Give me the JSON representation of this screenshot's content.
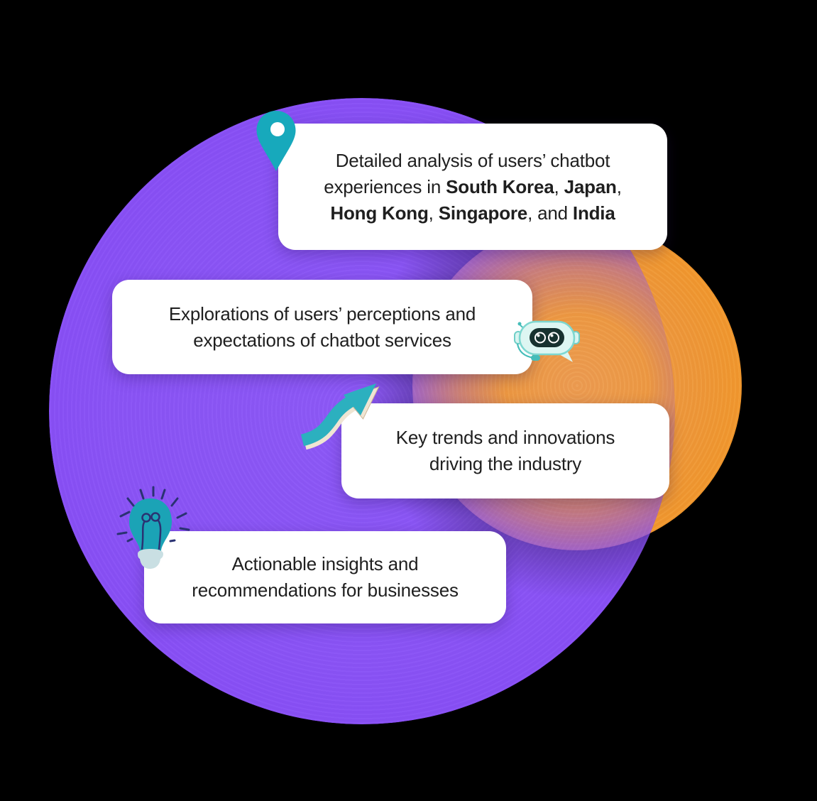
{
  "title": "Chatbot report highlights infographic",
  "colors": {
    "background": "#000000",
    "purple_circle": "#8a53f6",
    "purple_rim_blue": "#4634d8",
    "purple_rim_magenta": "#c928dd",
    "orange_circle": "#f0971f",
    "orange_rim_yellow": "#ffd84e",
    "teal_accent": "#17a9bc",
    "robot_mint": "#ddf6f2",
    "robot_screen_navy": "#17312f",
    "navy_detail": "#2a3272",
    "bulb_base_gray": "#c9dfe3",
    "card_background": "#ffffff",
    "card_text": "#1f1f1f"
  },
  "cards": [
    {
      "id": "detailed-analysis",
      "icon": "location-pin-icon",
      "lines": [
        [
          {
            "t": "Detailed analysis of users’ chatbot"
          }
        ],
        [
          {
            "t": "experiences in "
          },
          {
            "t": "South Korea",
            "b": true
          },
          {
            "t": ", "
          },
          {
            "t": "Japan",
            "b": true
          },
          {
            "t": ","
          }
        ],
        [
          {
            "t": "Hong Kong",
            "b": true
          },
          {
            "t": ", "
          },
          {
            "t": "Singapore",
            "b": true
          },
          {
            "t": ", and "
          },
          {
            "t": "India",
            "b": true
          }
        ]
      ]
    },
    {
      "id": "perceptions-expectations",
      "icon": "chatbot-robot-icon",
      "lines": [
        [
          {
            "t": "Explorations of users’ perceptions and"
          }
        ],
        [
          {
            "t": "expectations of chatbot services"
          }
        ]
      ]
    },
    {
      "id": "trends-innovations",
      "icon": "growth-arrow-icon",
      "lines": [
        [
          {
            "t": "Key trends and innovations"
          }
        ],
        [
          {
            "t": "driving the industry"
          }
        ]
      ]
    },
    {
      "id": "actionable-insights",
      "icon": "lightbulb-icon",
      "lines": [
        [
          {
            "t": "Actionable insights and"
          }
        ],
        [
          {
            "t": "recommendations for businesses"
          }
        ]
      ]
    }
  ]
}
